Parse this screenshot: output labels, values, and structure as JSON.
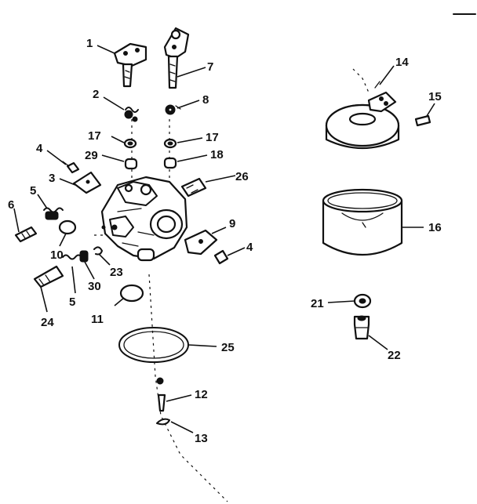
{
  "diagram": {
    "callouts": [
      "1",
      "2",
      "3",
      "4",
      "5",
      "6",
      "7",
      "8",
      "9",
      "10",
      "11",
      "12",
      "13",
      "14",
      "15",
      "16",
      "17",
      "18",
      "21",
      "22",
      "23",
      "24",
      "25",
      "26",
      "29",
      "30"
    ],
    "labels": [
      {
        "text": "1"
      },
      {
        "text": "7"
      },
      {
        "text": "2"
      },
      {
        "text": "8"
      },
      {
        "text": "17"
      },
      {
        "text": "17"
      },
      {
        "text": "29"
      },
      {
        "text": "18"
      },
      {
        "text": "4"
      },
      {
        "text": "3"
      },
      {
        "text": "26"
      },
      {
        "text": "5"
      },
      {
        "text": "6"
      },
      {
        "text": "9"
      },
      {
        "text": "4"
      },
      {
        "text": "10"
      },
      {
        "text": "23"
      },
      {
        "text": "30"
      },
      {
        "text": "5"
      },
      {
        "text": "24"
      },
      {
        "text": "11"
      },
      {
        "text": "25"
      },
      {
        "text": "12"
      },
      {
        "text": "13"
      },
      {
        "text": "14"
      },
      {
        "text": "15"
      },
      {
        "text": "16"
      },
      {
        "text": "21"
      },
      {
        "text": "22"
      }
    ]
  }
}
